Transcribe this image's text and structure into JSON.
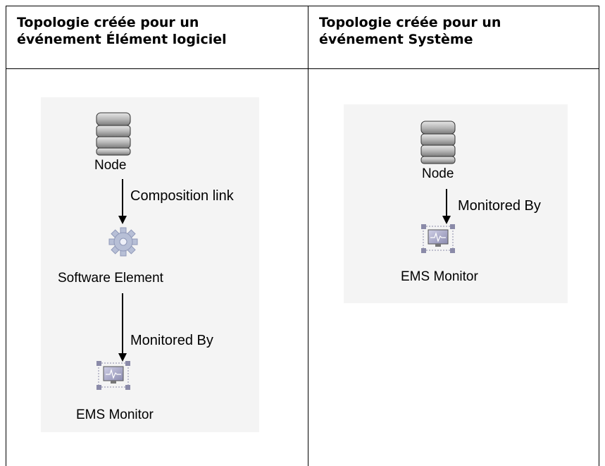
{
  "columns": [
    {
      "header_lines": [
        "Topologie créée pour un",
        "événement Élément logiciel"
      ],
      "nodes": {
        "node": "Node",
        "software_element": "Software Element",
        "ems_monitor": "EMS Monitor"
      },
      "edges": {
        "composition": "Composition link",
        "monitored_by": "Monitored By"
      }
    },
    {
      "header_lines": [
        "Topologie créée pour un",
        "événement Système"
      ],
      "nodes": {
        "node": "Node",
        "ems_monitor": "EMS Monitor"
      },
      "edges": {
        "monitored_by": "Monitored By"
      }
    }
  ],
  "icons": {
    "node": "server-stack-icon",
    "software_element": "gear-icon",
    "ems_monitor": "monitor-icon"
  }
}
